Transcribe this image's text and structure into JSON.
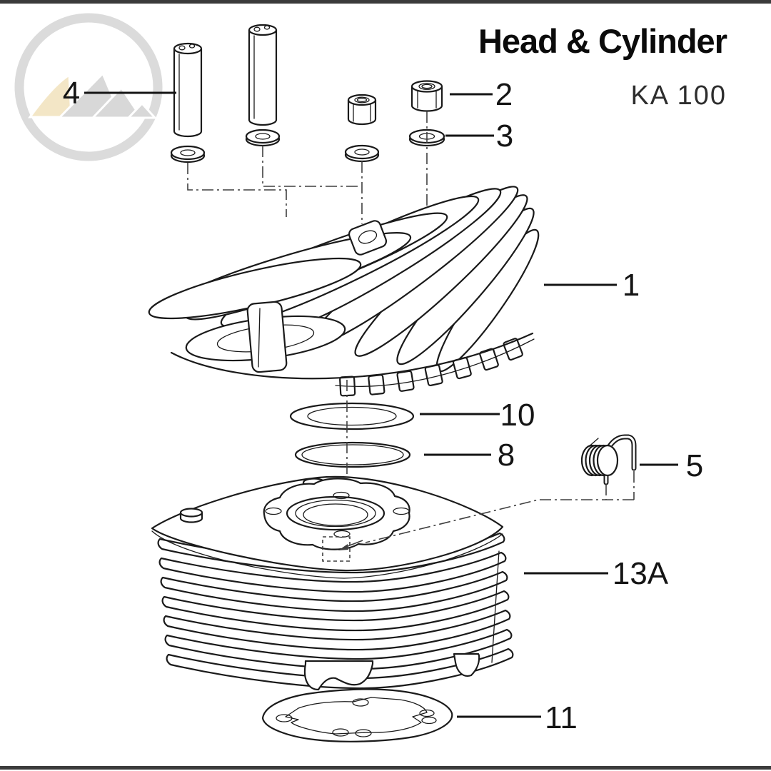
{
  "page": {
    "title": "Head & Cylinder",
    "subtitle": "KA 100"
  },
  "callouts": [
    {
      "ref": "4"
    },
    {
      "ref": "2"
    },
    {
      "ref": "3"
    },
    {
      "ref": "1"
    },
    {
      "ref": "10"
    },
    {
      "ref": "8"
    },
    {
      "ref": "5"
    },
    {
      "ref": "13A"
    },
    {
      "ref": "11"
    }
  ],
  "colors": {
    "line": "#1a1a1a",
    "label": "#141414",
    "border_bar": "#3b3b3b",
    "logo_ring": "#dbdbdb",
    "logo_peak_gray": "#d8d8d8",
    "logo_peak_beige": "#f3e6c6",
    "background": "#ffffff"
  }
}
